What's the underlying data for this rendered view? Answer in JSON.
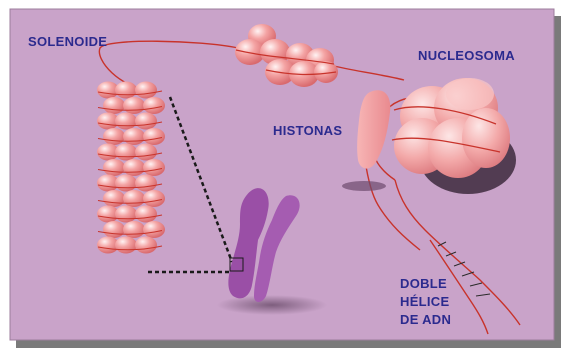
{
  "labels": {
    "solenoide": "SOLENOIDE",
    "nucleosoma": "NUCLEOSOMA",
    "histonas": "HISTONAS",
    "doble_helice_line1": "DOBLE",
    "doble_helice_line2": "HÉLICE",
    "doble_helice_line3": "DE ADN"
  },
  "colors": {
    "background": "#c9a3c9",
    "label_text": "#2b2a8e",
    "fiber": "#c8332b",
    "bead": "#f3a0a0",
    "chromosome": "#9a4fa6",
    "frame_shadow": "#777777"
  }
}
